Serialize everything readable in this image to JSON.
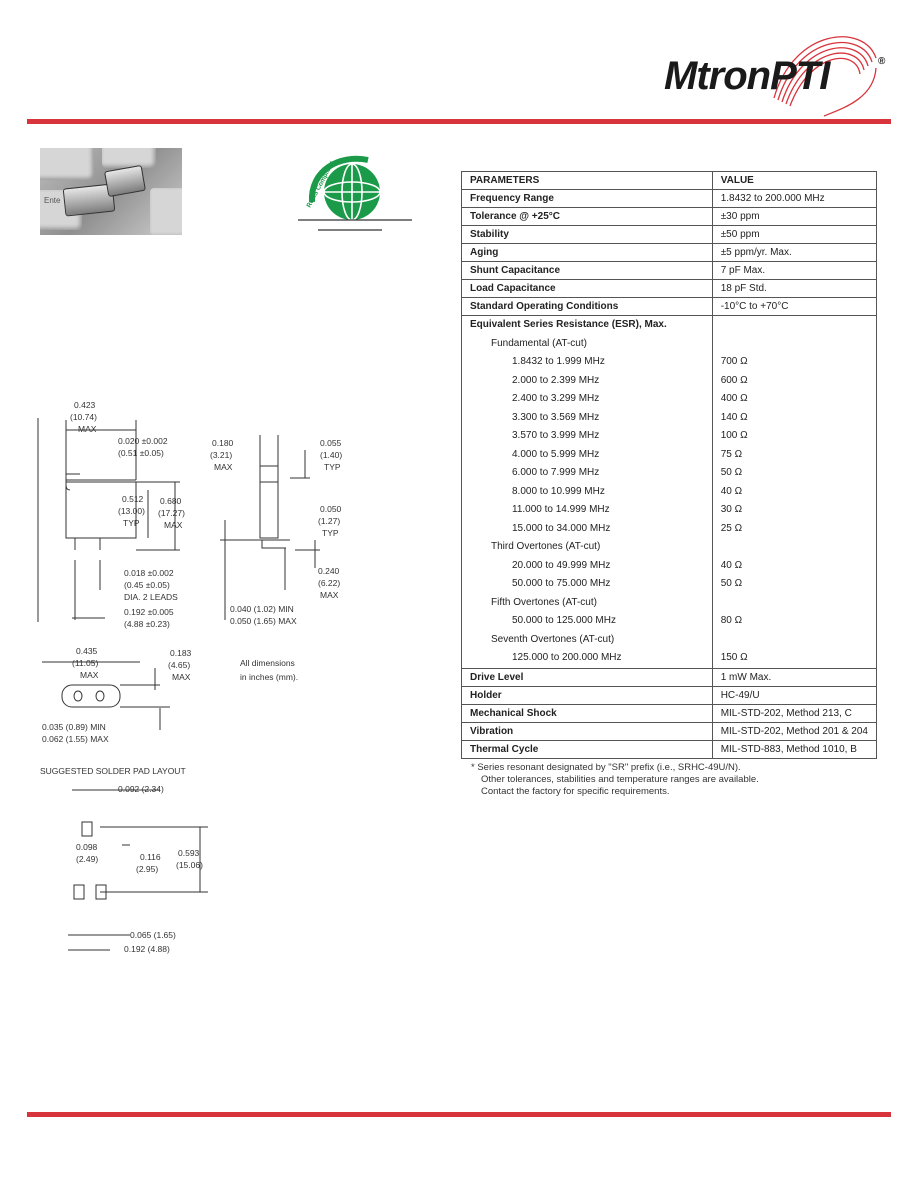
{
  "brand": {
    "logo_text": "MtronPTI",
    "reg_mark": "®",
    "accent_color": "#d8343b"
  },
  "rohs_badge": {
    "icon": "rohs-compliant-globe-icon",
    "text": "RoHS Compliant"
  },
  "photo": {
    "alt": "product-photo",
    "key_label": "Ente"
  },
  "spec_table": {
    "headers": {
      "param": "PARAMETERS",
      "value": "VALUE"
    },
    "rows": [
      {
        "param": "Frequency Range",
        "value": "1.8432 to 200.000 MHz"
      },
      {
        "param": "Tolerance @ +25°C",
        "value": "±30 ppm"
      },
      {
        "param": "Stability",
        "value": "±50 ppm"
      },
      {
        "param": "Aging",
        "value": "±5 ppm/yr. Max."
      },
      {
        "param": "Shunt Capacitance",
        "value": "7 pF Max."
      },
      {
        "param": "Load Capacitance",
        "value": "18 pF Std."
      },
      {
        "param": "Standard Operating Conditions",
        "value": "-10°C to +70°C"
      }
    ],
    "esr_title": "Equivalent Series Resistance (ESR), Max.",
    "esr_groups": [
      {
        "name": "Fundamental (AT-cut)",
        "items": [
          {
            "range": "1.8432 to 1.999 MHz",
            "value": "700 Ω"
          },
          {
            "range": "2.000 to 2.399 MHz",
            "value": "600 Ω"
          },
          {
            "range": "2.400 to 3.299 MHz",
            "value": "400 Ω"
          },
          {
            "range": "3.300 to 3.569 MHz",
            "value": "140 Ω"
          },
          {
            "range": "3.570 to 3.999 MHz",
            "value": "100 Ω"
          },
          {
            "range": "4.000 to 5.999 MHz",
            "value": "75 Ω"
          },
          {
            "range": "6.000 to 7.999 MHz",
            "value": "50 Ω"
          },
          {
            "range": "8.000 to 10.999 MHz",
            "value": "40 Ω"
          },
          {
            "range": "11.000 to 14.999 MHz",
            "value": "30 Ω"
          },
          {
            "range": "15.000 to 34.000 MHz",
            "value": "25 Ω"
          }
        ]
      },
      {
        "name": "Third Overtones (AT-cut)",
        "items": [
          {
            "range": "20.000 to 49.999 MHz",
            "value": "40 Ω"
          },
          {
            "range": "50.000 to 75.000 MHz",
            "value": "50 Ω"
          }
        ]
      },
      {
        "name": "Fifth Overtones (AT-cut)",
        "items": [
          {
            "range": "50.000 to 125.000 MHz",
            "value": "80 Ω"
          }
        ]
      },
      {
        "name": "Seventh Overtones (AT-cut)",
        "items": [
          {
            "range": "125.000 to 200.000 MHz",
            "value": "150 Ω"
          }
        ]
      }
    ],
    "tail_rows": [
      {
        "param": "Drive Level",
        "value": "1 mW Max."
      },
      {
        "param": "Holder",
        "value": "HC-49/U"
      },
      {
        "param": "Mechanical Shock",
        "value": "MIL-STD-202, Method 213, C"
      },
      {
        "param": "Vibration",
        "value": "MIL-STD-202, Method 201 & 204"
      },
      {
        "param": "Thermal Cycle",
        "value": "MIL-STD-883, Method 1010, B"
      }
    ]
  },
  "footnote": {
    "line1": "*  Series resonant designated by \"SR\" prefix (i.e., SRHC-49U/N).",
    "line2": "Other tolerances, stabilities and temperature ranges are available.",
    "line3": "Contact the factory for specific requirements."
  },
  "drawing": {
    "front": {
      "width": "0.423",
      "width_mm": "(10.74)",
      "width_note": "MAX",
      "lead_offset": "0.020 ±0.002",
      "lead_offset_mm": "(0.51 ±0.05)",
      "body_h": "0.512",
      "body_h_mm": "(13.00)",
      "body_h_note": "TYP",
      "total_h": "0.680",
      "total_h_mm": "(17.27)",
      "total_h_note": "MAX",
      "lead_dia": "0.018 ±0.002",
      "lead_dia_mm": "(0.45 ±0.05)",
      "lead_dia_note": "DIA. 2 LEADS",
      "lead_space": "0.192 ±0.005",
      "lead_space_mm": "(4.88 ±0.23)"
    },
    "side": {
      "thick": "0.180",
      "thick_mm": "(3.21)",
      "thick_note": "MAX",
      "flange": "0.055",
      "flange_mm": "(1.40)",
      "flange_note": "TYP",
      "seat": "0.050",
      "seat_mm": "(1.27)",
      "seat_note": "TYP",
      "lead_len": "0.240",
      "lead_len_mm": "(6.22)",
      "lead_len_note": "MAX",
      "lead_min": "0.040 (1.02) MIN",
      "lead_max": "0.050 (1.65) MAX"
    },
    "bottom": {
      "width": "0.435",
      "width_mm": "(11.05)",
      "width_note": "MAX",
      "depth": "0.183",
      "depth_mm": "(4.65)",
      "depth_note": "MAX",
      "gap_min": "0.035 (0.89) MIN",
      "gap_max": "0.062 (1.55) MAX"
    },
    "units_note_1": "All dimensions",
    "units_note_2": "in inches (mm).",
    "pad": {
      "title": "SUGGESTED SOLDER PAD LAYOUT",
      "pad_w": "0.092 (2.34)",
      "pad_gap": "0.098",
      "pad_gap_mm": "(2.49)",
      "pad_h": "0.116",
      "pad_h_mm": "(2.95)",
      "total": "0.593",
      "total_mm": "(15.06)",
      "pad_s": "0.065 (1.65)",
      "pitch": "0.192 (4.88)"
    }
  }
}
